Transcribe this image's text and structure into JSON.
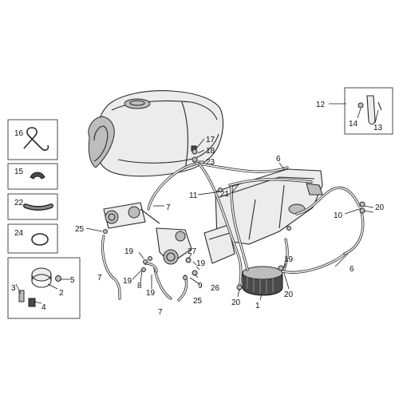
{
  "labels": {
    "l1": "1",
    "l2": "2",
    "l3": "3",
    "l4": "4",
    "l5": "5",
    "l6a": "6",
    "l6b": "6",
    "l7a": "7",
    "l7b": "7",
    "l7c": "7",
    "l8": "8",
    "l9": "9",
    "l10": "10",
    "l11": "11",
    "l12": "12",
    "l13": "13",
    "l14": "14",
    "l15": "15",
    "l16": "16",
    "l17": "17",
    "l18": "18",
    "l19a": "19",
    "l19b": "19",
    "l19c": "19",
    "l19d": "19",
    "l20a": "20",
    "l20b": "20",
    "l20c": "20",
    "l21": "21",
    "l22": "22",
    "l23": "23",
    "l24": "24",
    "l25a": "25",
    "l25b": "25",
    "l26": "26",
    "l27": "27"
  }
}
